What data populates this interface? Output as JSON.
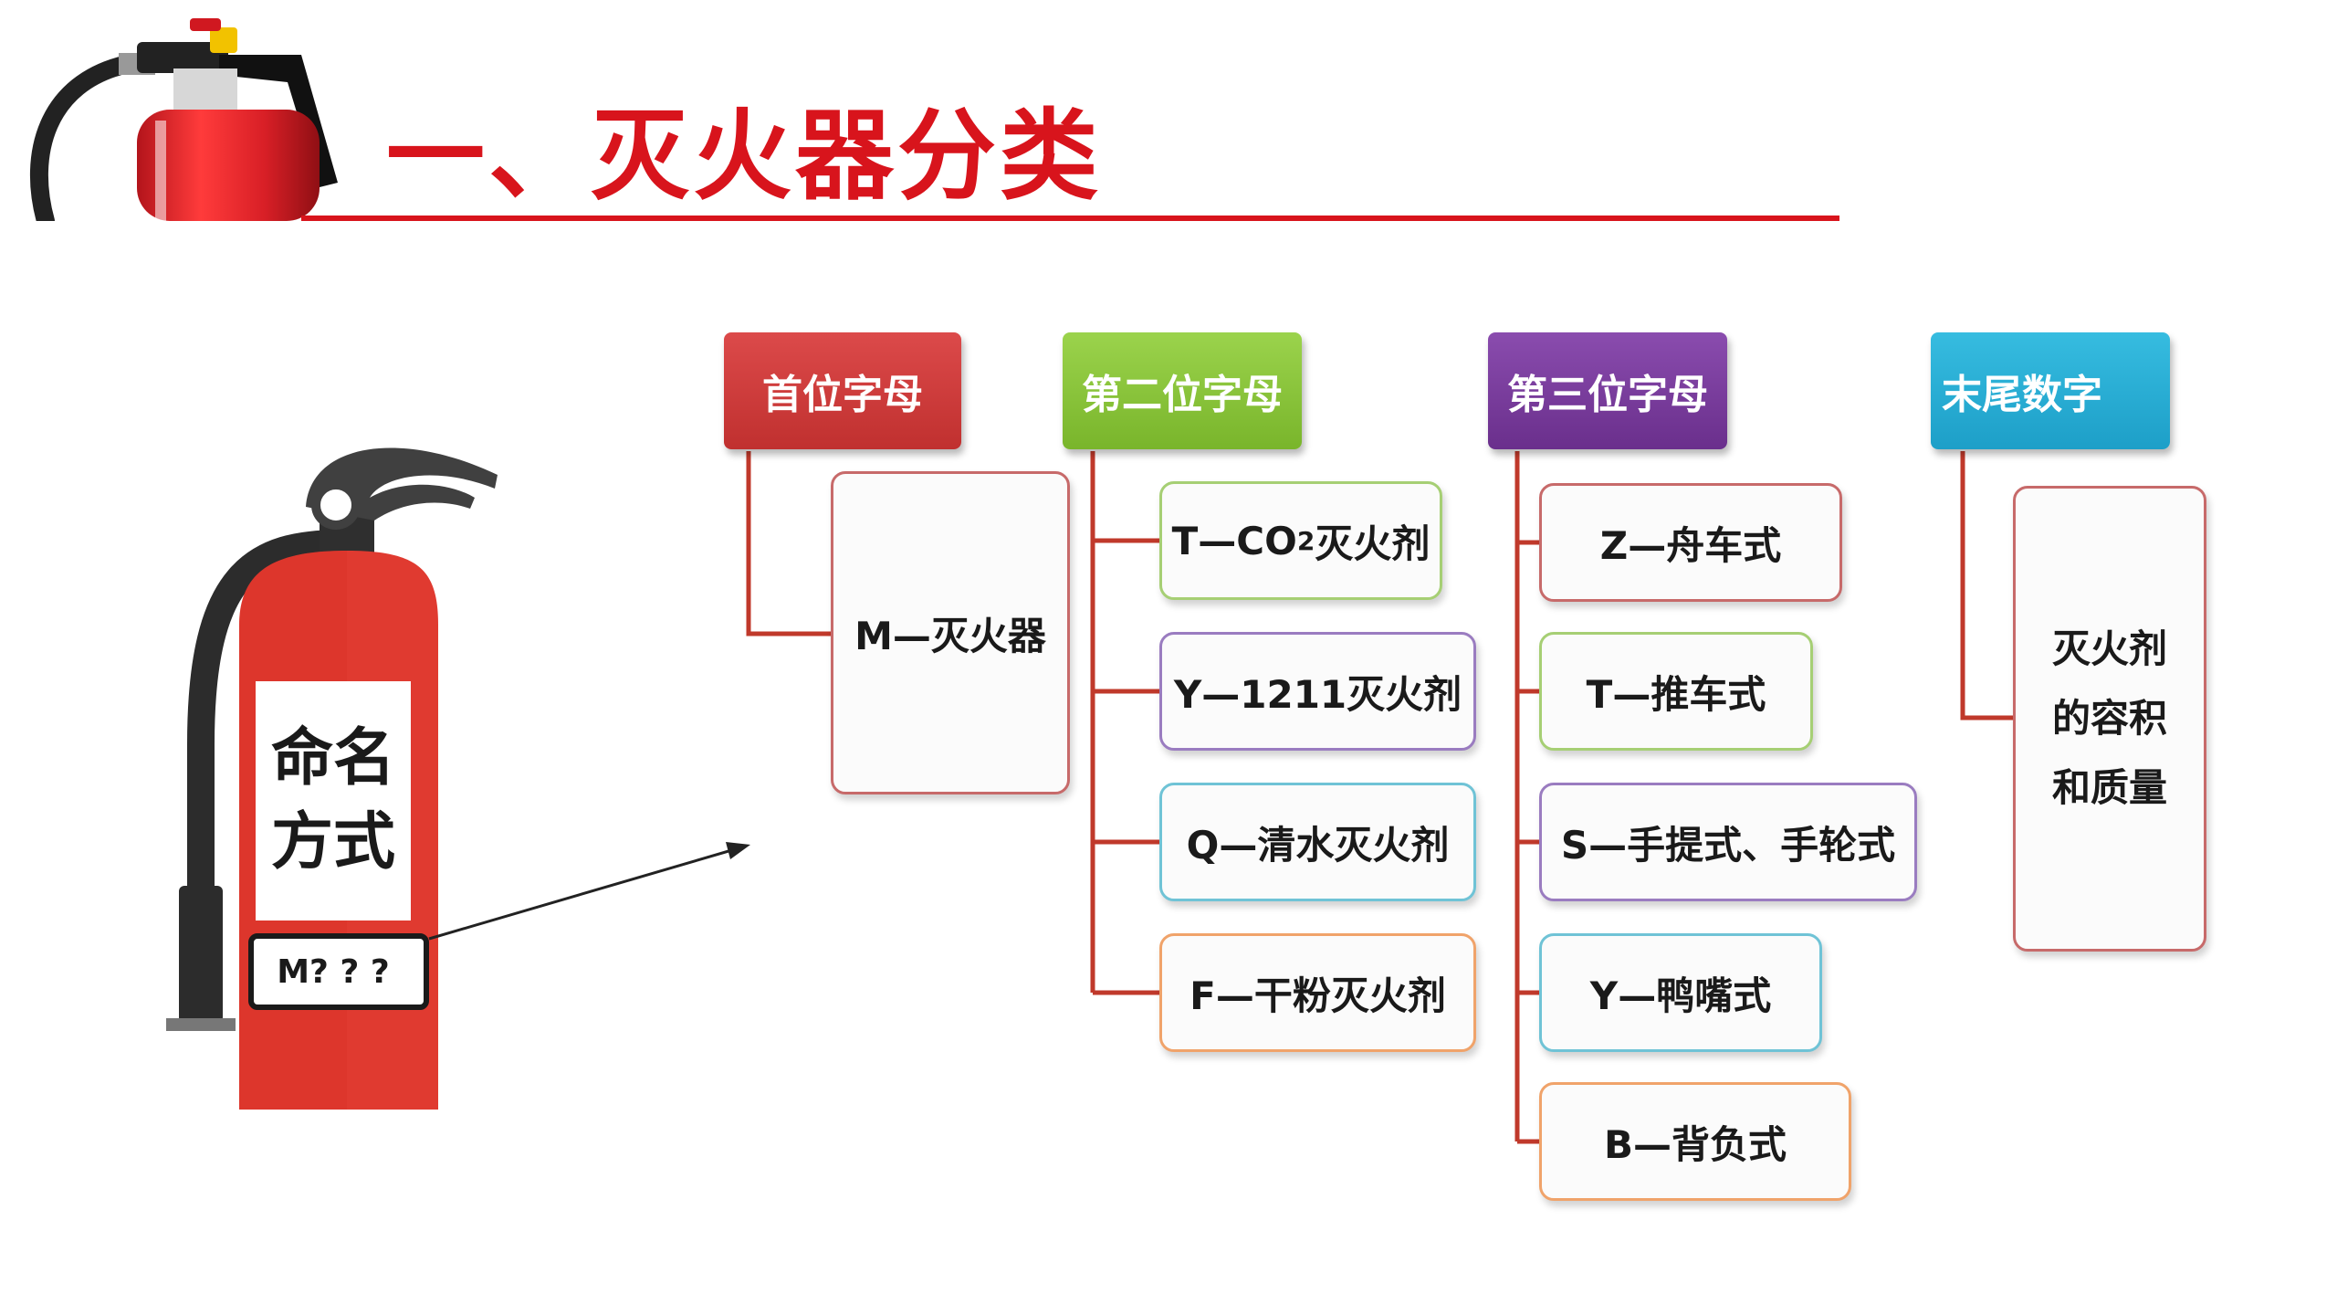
{
  "title": "一、灭火器分类",
  "extinguisher": {
    "label_line1": "命名",
    "label_line2": "方式",
    "model_code": "M? ? ?"
  },
  "columns": {
    "first": {
      "header": "首位字母",
      "color": "#cf3a3a",
      "items": [
        "M—灭火器"
      ]
    },
    "second": {
      "header": "第二位字母",
      "color": "#8cc63f",
      "items": [
        {
          "main": "T—CO",
          "sub": "2",
          "tail": "灭火剂"
        },
        "Y—1211灭火剂",
        "Q—清水灭火剂",
        "F—干粉灭火剂"
      ]
    },
    "third": {
      "header": "第三位字母",
      "color": "#7a3d9b",
      "items": [
        "Z—舟车式",
        "T—推车式",
        "S—手提式、手轮式",
        "Y—鸭嘴式",
        "B—背负式"
      ]
    },
    "fourth": {
      "header": "末尾数字",
      "color": "#22aacc",
      "items": [
        "灭火剂",
        "的容积",
        "和质量"
      ]
    }
  },
  "colors": {
    "title_red": "#d8141c",
    "connector_red": "#c0392b",
    "extinguisher_body": "#e03a30"
  }
}
